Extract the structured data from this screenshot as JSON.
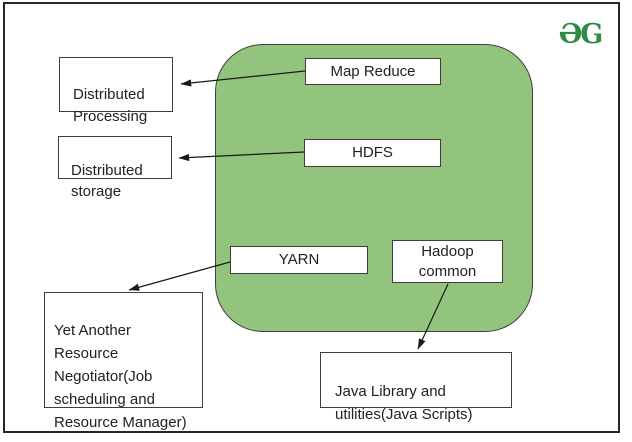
{
  "logo": {
    "text": "ƏG"
  },
  "colors": {
    "container_fill": "#93c47d",
    "container_stroke": "#404040",
    "box_fill": "#ffffff",
    "box_stroke": "#3e3e3e",
    "text": "#212121",
    "logo_green": "#2e8b46",
    "frame": "#262626",
    "page_bg": "#ffffff"
  },
  "nodes": {
    "map_reduce": {
      "label": "Map Reduce"
    },
    "hdfs": {
      "label": "HDFS"
    },
    "yarn": {
      "label": "YARN"
    },
    "hadoop_common": {
      "label": "Hadoop\ncommon"
    },
    "distributed_processing": {
      "label": "Distributed\nProcessing"
    },
    "distributed_storage": {
      "label": "Distributed\nstorage"
    },
    "yarn_description": {
      "label": "Yet Another\nResource\nNegotiator(Job\nscheduling and\nResource Manager)"
    },
    "java_library": {
      "label": "Java Library and\nutilities(Java Scripts)"
    }
  },
  "edges": [
    {
      "from": "Map Reduce",
      "to": "Distributed Processing"
    },
    {
      "from": "HDFS",
      "to": "Distributed storage"
    },
    {
      "from": "YARN",
      "to": "Yet Another Resource Negotiator(Job scheduling and Resource Manager)"
    },
    {
      "from": "Hadoop common",
      "to": "Java Library and utilities(Java Scripts)"
    }
  ]
}
